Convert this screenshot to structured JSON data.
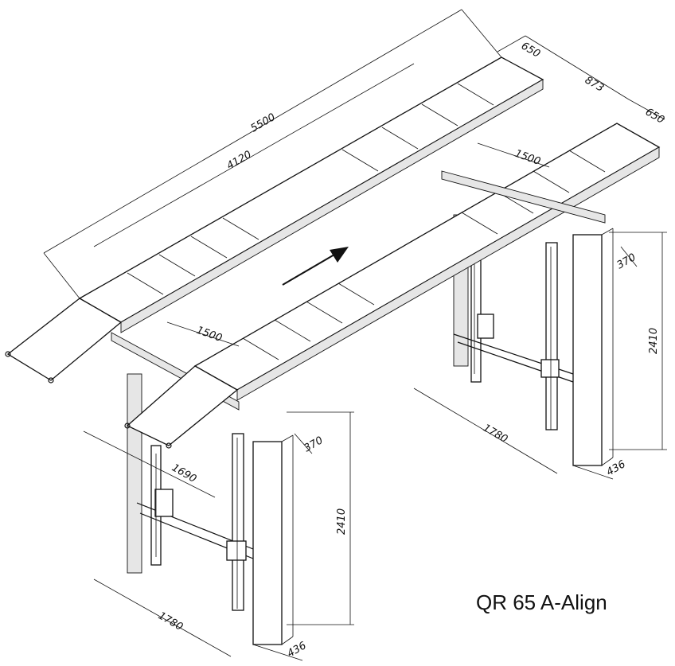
{
  "model_label": "QR 65 A-Align",
  "dimensions": {
    "overall_length": "5500",
    "platform_length": "4120",
    "track_width_rear": "650",
    "inner_width": "873",
    "track_width_front": "650",
    "turntable_offset_rear": "1500",
    "turntable_offset_front": "1500",
    "front_span": "1690",
    "column_offset_rear": "370",
    "column_offset_front": "370",
    "height_rear": "2410",
    "height_front": "2410",
    "base_width_rear": "1780",
    "base_width_front": "1780",
    "base_depth_rear": "436",
    "base_depth_front": "436"
  }
}
